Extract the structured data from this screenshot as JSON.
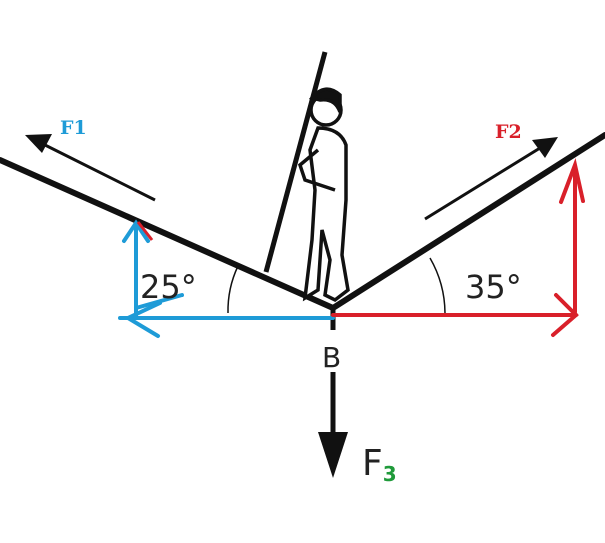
{
  "labels": {
    "f1": "F1",
    "f2": "F2",
    "f3": "F",
    "f3_sub": "3",
    "point": "B",
    "angle_left": "25°",
    "angle_right": "35°"
  },
  "colors": {
    "f1": "#1e9bd7",
    "f2": "#d9202a",
    "f3_sub": "#1f9a3a",
    "line": "#111111"
  }
}
